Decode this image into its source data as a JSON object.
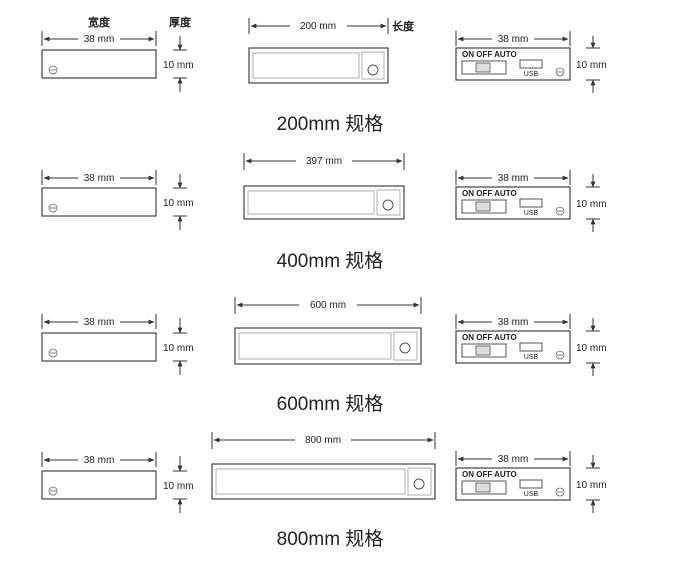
{
  "header": {
    "width_label": "宽度",
    "thickness_label": "厚度",
    "length_label": "长度"
  },
  "common": {
    "width_dim": "38 mm",
    "thickness_dim": "10 mm",
    "switch_label": "ON OFF AUTO",
    "usb_label": "USB"
  },
  "rows": [
    {
      "length_dim": "200 mm",
      "caption": "200mm 规格"
    },
    {
      "length_dim": "397 mm",
      "caption": "400mm 规格"
    },
    {
      "length_dim": "600 mm",
      "caption": "600mm 规格"
    },
    {
      "length_dim": "800 mm",
      "caption": "800mm 规格"
    }
  ]
}
